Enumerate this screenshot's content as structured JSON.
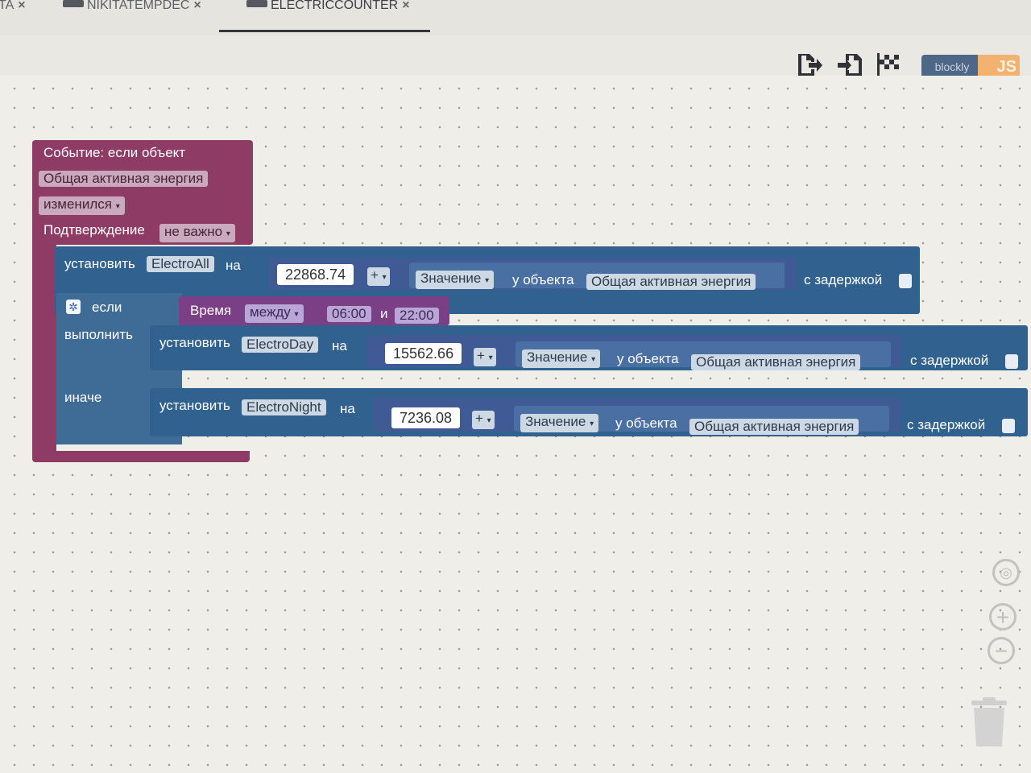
{
  "tabs": [
    {
      "label": "TA"
    },
    {
      "label": "NIKITATEMPDEC"
    },
    {
      "label": "ELECTRICCOUNTER"
    }
  ],
  "toolbar": {
    "blockly_label": "blockly",
    "js_label": "JS"
  },
  "event": {
    "title": "Событие: если объект",
    "object": "Общая активная энергия",
    "condition": "изменился",
    "confirm_label": "Подтверждение",
    "confirm_value": "не важно"
  },
  "set_all": {
    "set_label": "установить",
    "variable": "ElectroAll",
    "on_label": "на",
    "number": "22868.74",
    "op": "+",
    "value_label": "Значение",
    "of_object_label": "у объекта",
    "object": "Общая активная энергия",
    "delay_label": "с задержкой"
  },
  "if_block": {
    "if_label": "если",
    "do_label": "выполнить",
    "else_label": "иначе",
    "time_label": "Время",
    "between_label": "между",
    "time_from": "06:00",
    "and_label": "и",
    "time_to": "22:00"
  },
  "set_day": {
    "set_label": "установить",
    "variable": "ElectroDay",
    "on_label": "на",
    "number": "15562.66",
    "op": "+",
    "value_label": "Значение",
    "of_object_label": "у объекта",
    "object": "Общая активная энергия",
    "delay_label": "с задержкой"
  },
  "set_night": {
    "set_label": "установить",
    "variable": "ElectroNight",
    "on_label": "на",
    "number": "7236.08",
    "op": "+",
    "value_label": "Значение",
    "of_object_label": "у объекта",
    "object": "Общая активная энергия",
    "delay_label": "с задержкой"
  },
  "colors": {
    "event": "#8e3b66",
    "set_block": "#31628f",
    "time_block": "#7b3f86"
  }
}
